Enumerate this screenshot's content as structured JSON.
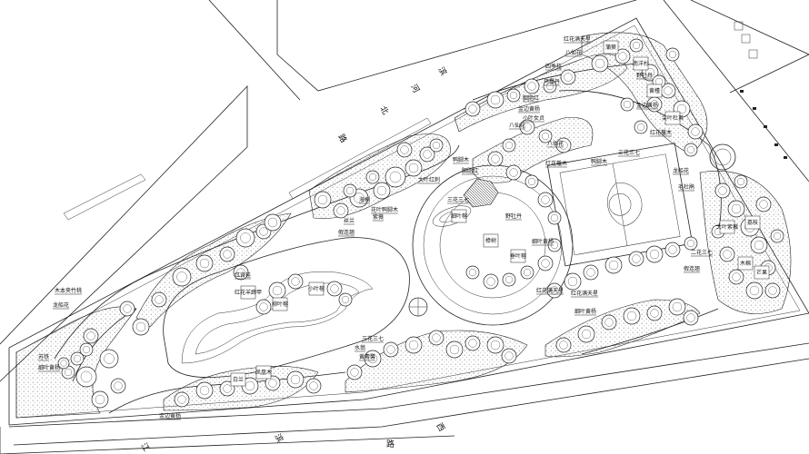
{
  "road_labels": [
    "滨",
    "河",
    "北",
    "路",
    "滨",
    "江",
    "西",
    "路"
  ],
  "plant_labels": [
    "红花满天星",
    "八仙花",
    "四季桂",
    "马樱丹",
    "胭脂红",
    "金边黄杨",
    "小叶女贞",
    "八仙花",
    "野牡丹",
    "金边黄杨",
    "红花檵木",
    "三花三七",
    "鸭脚木",
    "大叶红刺",
    "三花三七",
    "丝兰",
    "假连翘",
    "花叶鸭脚木",
    "紫薇",
    "海桐",
    "鸭脚木",
    "胭脂红",
    "野牡丹",
    "细叶黄杨",
    "红花满天星",
    "水翁",
    "三花三七",
    "黄素馨",
    "八仙花",
    "红花檵木",
    "红花满天星",
    "细叶黄杨",
    "龙船花",
    "毛杜鹃",
    "二花三七",
    "假连翘",
    "红背桂",
    "木本夹竹桃",
    "龙船花",
    "苏铁",
    "细叶黄杨",
    "金边黄杨"
  ],
  "tree_labels": [
    "细叶榕",
    "樟树",
    "垂叶榕",
    "柳叶榕",
    "小叶榕",
    "红花羊蹄甲",
    "大叶紫薇",
    "荔枝",
    "芒果",
    "木棉",
    "蒲葵",
    "南洋杉",
    "尖叶杜英",
    "黄槿",
    "凤凰木",
    "白兰"
  ],
  "colors": {
    "ink": "#222222",
    "paper": "#ffffff",
    "hatch": "#888888"
  }
}
